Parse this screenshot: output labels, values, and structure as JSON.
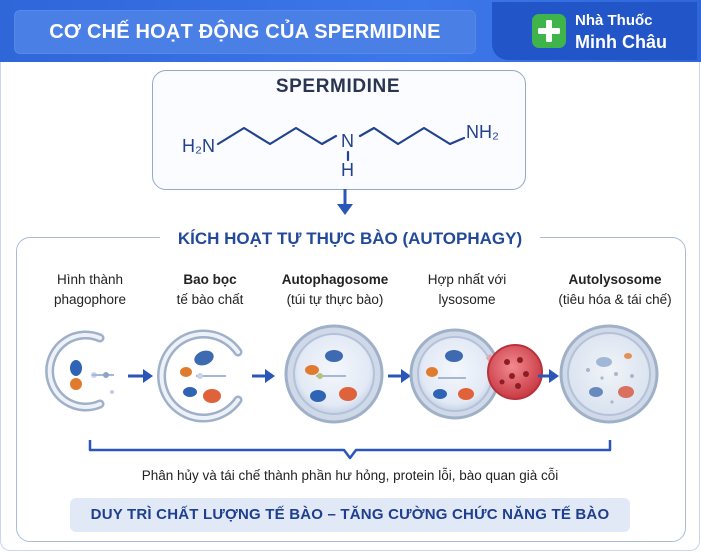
{
  "header": {
    "title": "CƠ CHẾ HOẠT ĐỘNG CỦA SPERMIDINE",
    "brand_line1": "Nhà Thuốc",
    "brand_line2": "Minh Châu",
    "brand_icon": "plus-icon"
  },
  "molecule": {
    "name": "SPERMIDINE",
    "left_group": "H₂N",
    "right_group": "NH₂",
    "center_n": "N",
    "center_h": "H"
  },
  "process": {
    "title": "KÍCH HOẠT TỰ THỰC BÀO (AUTOPHAGY)",
    "stages": [
      {
        "line1": "Hình thành",
        "line2": "phagophore"
      },
      {
        "line1": "Bao bọc",
        "line2": "tế bào chất"
      },
      {
        "line1": "Autophagosome",
        "line2": "(túi tự thực bào)"
      },
      {
        "line1": "Hợp nhất với",
        "line2": "lysosome"
      },
      {
        "line1": "Autolysosome",
        "line2": "(tiêu hóa & tái chế)"
      }
    ],
    "summary": "Phân hủy và tái chế thành phần hư hỏng, protein lỗi, bào quan già cỗi"
  },
  "footer": {
    "banner": "DUY TRÌ CHẤT LƯỢNG TẾ BÀO – TĂNG CƯỜNG CHỨC NĂNG TẾ BÀO"
  },
  "colors": {
    "header_blue": "#2f66d8",
    "brand_green": "#3fb44a",
    "title_blue": "#234a9a",
    "arrow_blue": "#2a56b8",
    "lysosome_red": "#d9464f"
  }
}
